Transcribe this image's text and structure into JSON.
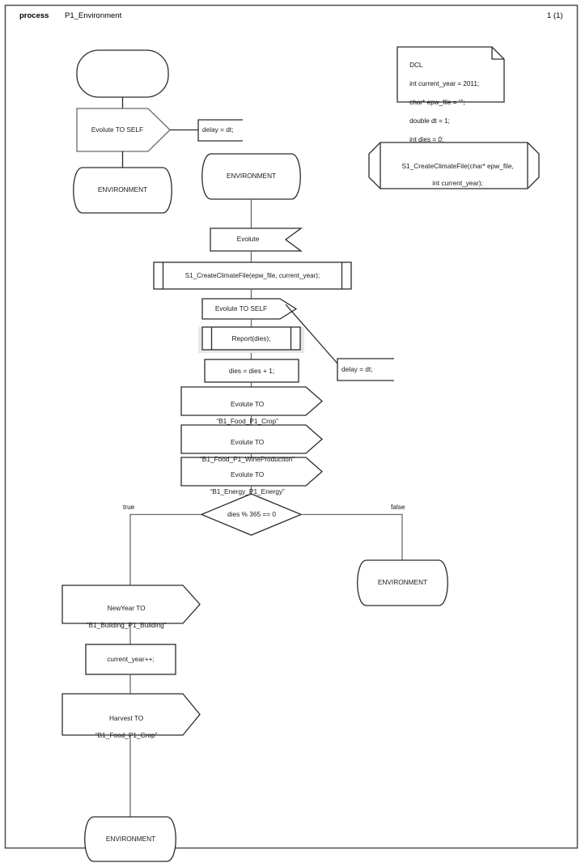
{
  "page": {
    "frame": {
      "stroke": "#555555",
      "fill": "#ffffff"
    },
    "header": {
      "keyword": "process",
      "diagram_name": "P1_Environment",
      "page_number": "1 (1)"
    }
  },
  "palette": {
    "line": "#6a6a6a",
    "line_dark": "#2b2b2b",
    "text": "#1a1a1a",
    "shape_fill": "#ffffff",
    "highlight_fill": "#e8e8e8"
  },
  "declaration_box": {
    "name": "DCL",
    "lines": [
      "DCL",
      "int current_year = 2011;",
      "char* epw_file = “”;",
      "double dt = 1;",
      "int dies = 0;"
    ]
  },
  "procedure_declaration": {
    "line1": "S1_CreateClimateFile(char* epw_file,",
    "line2": "int current_year);"
  },
  "symbols": {
    "start": {
      "label": ""
    },
    "output_evolute_self_top": {
      "label": "Evolute TO SELF"
    },
    "comment_delay_top": {
      "label": "delay = dt;"
    },
    "state_environment_top_left": {
      "label": "ENVIRONMENT"
    },
    "state_environment_main": {
      "label": "ENVIRONMENT"
    },
    "input_evolute": {
      "label": "Evolute"
    },
    "procedure_call_createclimatefile": {
      "label": "S1_CreateClimateFile(epw_file, current_year);"
    },
    "output_evolute_self_mid": {
      "label": "Evolute TO SELF"
    },
    "comment_delay_mid": {
      "label": "delay = dt;"
    },
    "procedure_call_report": {
      "label": "Report(dies);"
    },
    "task_dies_increment": {
      "label": "dies = dies + 1;"
    },
    "output_crop": {
      "line1": "Evolute TO",
      "line2": "“B1_Food_P1_Crop”"
    },
    "output_wine": {
      "line1": "Evolute TO",
      "line2": "“B1_Food_P1_WineProduction”"
    },
    "output_energy": {
      "line1": "Evolute TO",
      "line2": "“B1_Energy_P1_Energy”"
    },
    "decision": {
      "label": "dies % 365 == 0"
    },
    "branch_true": {
      "label": "true"
    },
    "branch_false": {
      "label": "false"
    },
    "state_environment_false": {
      "label": "ENVIRONMENT"
    },
    "output_newyear": {
      "line1": "NewYear TO",
      "line2": "“B1_Building_P1_Building”"
    },
    "task_current_year_increment": {
      "label": "current_year++;"
    },
    "output_harvest": {
      "line1": "Harvest TO",
      "line2": "“B1_Food_P1_Crop”"
    },
    "state_environment_bottom": {
      "label": "ENVIRONMENT"
    }
  }
}
